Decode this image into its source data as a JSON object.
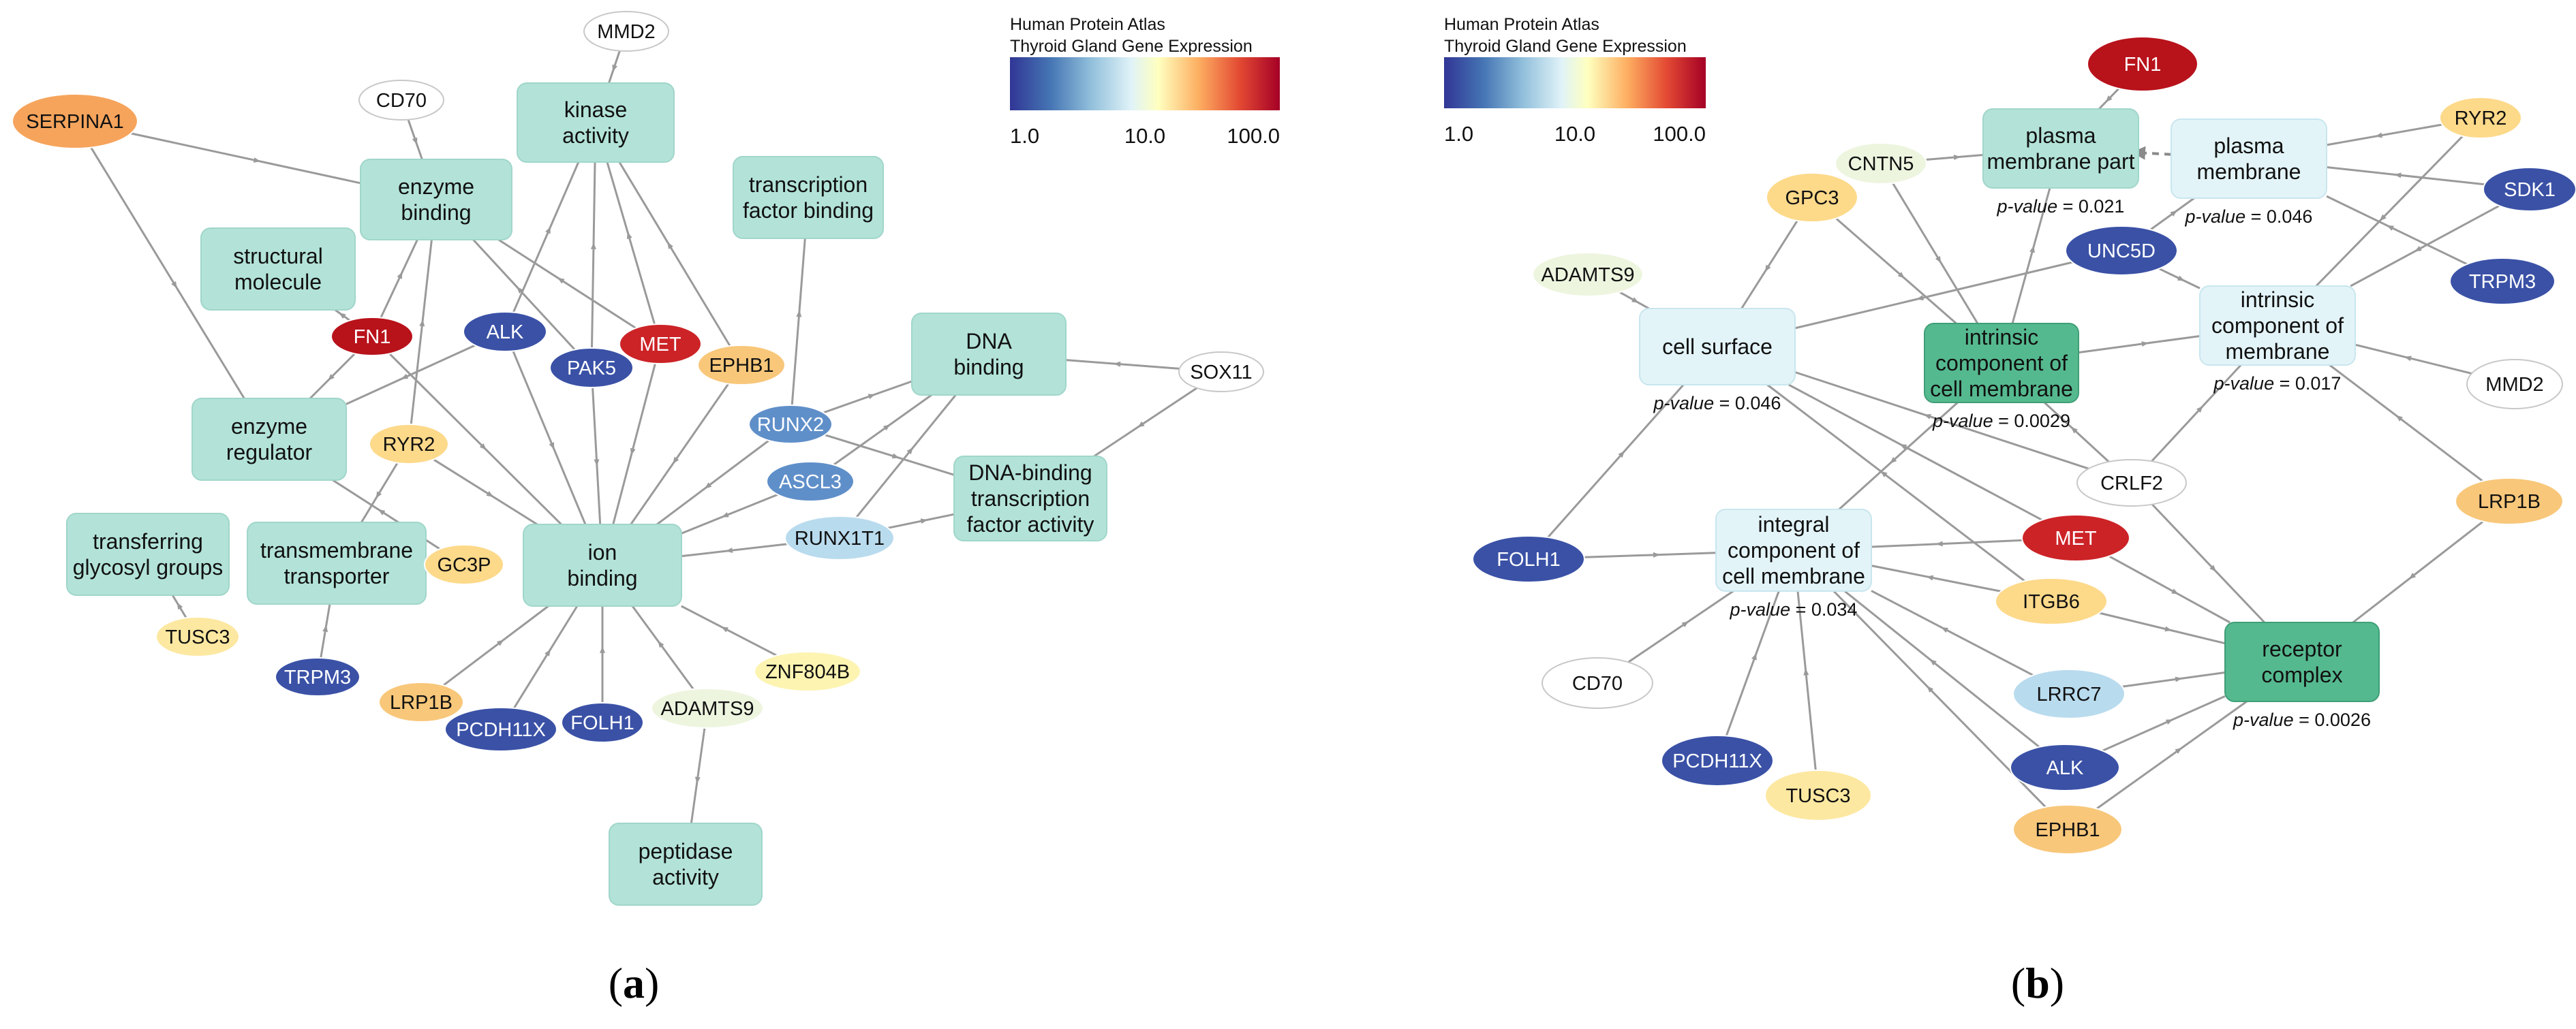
{
  "panels": [
    {
      "id": "a",
      "label": "a",
      "legend": {
        "title_line1": "Human Protein Atlas",
        "title_line2": "Thyroid Gland Gene Expression",
        "ticks": [
          "1.0",
          "10.0",
          "100.0"
        ]
      },
      "go_terms": [
        {
          "id": "a_kinase",
          "lines": [
            "kinase",
            "activity"
          ],
          "style": "light"
        },
        {
          "id": "a_enzbind",
          "lines": [
            "enzyme",
            "binding"
          ],
          "style": "light"
        },
        {
          "id": "a_struct",
          "lines": [
            "structural",
            "molecule"
          ],
          "style": "light"
        },
        {
          "id": "a_tfbind",
          "lines": [
            "transcription",
            "factor binding"
          ],
          "style": "light"
        },
        {
          "id": "a_dnabind",
          "lines": [
            "DNA",
            "binding"
          ],
          "style": "light"
        },
        {
          "id": "a_enzreg",
          "lines": [
            "enzyme",
            "regulator"
          ],
          "style": "light"
        },
        {
          "id": "a_dnatf",
          "lines": [
            "DNA-binding",
            "transcription",
            "factor activity"
          ],
          "style": "light"
        },
        {
          "id": "a_glyco",
          "lines": [
            "transferring",
            "glycosyl groups"
          ],
          "style": "light"
        },
        {
          "id": "a_transm",
          "lines": [
            "transmembrane",
            "transporter"
          ],
          "style": "light"
        },
        {
          "id": "a_ion",
          "lines": [
            "ion",
            "binding"
          ],
          "style": "light"
        },
        {
          "id": "a_pept",
          "lines": [
            "peptidase",
            "activity"
          ],
          "style": "light"
        }
      ],
      "genes": [
        {
          "id": "a_MMD2",
          "label": "MMD2",
          "color": "#ffffff"
        },
        {
          "id": "a_CD70",
          "label": "CD70",
          "color": "#ffffff"
        },
        {
          "id": "a_SERPINA1",
          "label": "SERPINA1",
          "color": "#f6a45c"
        },
        {
          "id": "a_FN1",
          "label": "FN1",
          "color": "#b8121b"
        },
        {
          "id": "a_ALK",
          "label": "ALK",
          "color": "#3a51a6"
        },
        {
          "id": "a_PAK5",
          "label": "PAK5",
          "color": "#3a51a6"
        },
        {
          "id": "a_MET",
          "label": "MET",
          "color": "#cc2327"
        },
        {
          "id": "a_EPHB1",
          "label": "EPHB1",
          "color": "#f8c77a"
        },
        {
          "id": "a_SOX11",
          "label": "SOX11",
          "color": "#ffffff"
        },
        {
          "id": "a_RUNX2",
          "label": "RUNX2",
          "color": "#5f8fc9"
        },
        {
          "id": "a_ASCL3",
          "label": "ASCL3",
          "color": "#5f8fc9"
        },
        {
          "id": "a_RUNX1T1",
          "label": "RUNX1T1",
          "color": "#b9dbee"
        },
        {
          "id": "a_RYR2",
          "label": "RYR2",
          "color": "#fdd98a"
        },
        {
          "id": "a_GC3P",
          "label": "GC3P",
          "color": "#fdd98a"
        },
        {
          "id": "a_TUSC3",
          "label": "TUSC3",
          "color": "#fde8a1"
        },
        {
          "id": "a_TRPM3",
          "label": "TRPM3",
          "color": "#3a51a6"
        },
        {
          "id": "a_LRP1B",
          "label": "LRP1B",
          "color": "#f8c77a"
        },
        {
          "id": "a_PCDH11X",
          "label": "PCDH11X",
          "color": "#3a51a6"
        },
        {
          "id": "a_FOLH1",
          "label": "FOLH1",
          "color": "#3a51a6"
        },
        {
          "id": "a_ADAMTS9",
          "label": "ADAMTS9",
          "color": "#edf5df"
        },
        {
          "id": "a_ZNF804B",
          "label": "ZNF804B",
          "color": "#fdf4b2"
        }
      ]
    },
    {
      "id": "b",
      "label": "b",
      "legend": {
        "title_line1": "Human Protein Atlas",
        "title_line2": "Thyroid Gland Gene Expression",
        "ticks": [
          "1.0",
          "10.0",
          "100.0"
        ]
      },
      "go_terms": [
        {
          "id": "b_pmpart",
          "lines": [
            "plasma",
            "membrane part"
          ],
          "style": "light",
          "pvalue": "0.021"
        },
        {
          "id": "b_pm",
          "lines": [
            "plasma",
            "membrane"
          ],
          "style": "pale",
          "pvalue": "0.046"
        },
        {
          "id": "b_cellsurf",
          "lines": [
            "cell surface"
          ],
          "style": "pale",
          "pvalue": "0.046"
        },
        {
          "id": "b_intrcm",
          "lines": [
            "intrinsic",
            "component of",
            "cell membrane"
          ],
          "style": "dark",
          "pvalue": "0.0029"
        },
        {
          "id": "b_intrm",
          "lines": [
            "intrinsic",
            "component of",
            "membrane"
          ],
          "style": "pale",
          "pvalue": "0.017"
        },
        {
          "id": "b_integ",
          "lines": [
            "integral",
            "component of",
            "cell membrane"
          ],
          "style": "pale",
          "pvalue": "0.034"
        },
        {
          "id": "b_receptor",
          "lines": [
            "receptor",
            "complex"
          ],
          "style": "dark",
          "pvalue": "0.0026"
        }
      ],
      "pvalue_prefix": "p-value",
      "genes": [
        {
          "id": "b_FN1",
          "label": "FN1",
          "color": "#b8121b"
        },
        {
          "id": "b_CNTN5",
          "label": "CNTN5",
          "color": "#edf5df"
        },
        {
          "id": "b_RYR2",
          "label": "RYR2",
          "color": "#fdd98a"
        },
        {
          "id": "b_GPC3",
          "label": "GPC3",
          "color": "#fdd98a"
        },
        {
          "id": "b_SDK1",
          "label": "SDK1",
          "color": "#3a51a6"
        },
        {
          "id": "b_UNC5D",
          "label": "UNC5D",
          "color": "#3a51a6"
        },
        {
          "id": "b_ADAMTS9",
          "label": "ADAMTS9",
          "color": "#edf5df"
        },
        {
          "id": "b_TRPM3",
          "label": "TRPM3",
          "color": "#3a51a6"
        },
        {
          "id": "b_MMD2",
          "label": "MMD2",
          "color": "#ffffff"
        },
        {
          "id": "b_CRLF2",
          "label": "CRLF2",
          "color": "#ffffff"
        },
        {
          "id": "b_LRP1B",
          "label": "LRP1B",
          "color": "#f8c77a"
        },
        {
          "id": "b_FOLH1",
          "label": "FOLH1",
          "color": "#3a51a6"
        },
        {
          "id": "b_MET",
          "label": "MET",
          "color": "#cc2327"
        },
        {
          "id": "b_ITGB6",
          "label": "ITGB6",
          "color": "#fdd98a"
        },
        {
          "id": "b_CD70",
          "label": "CD70",
          "color": "#ffffff"
        },
        {
          "id": "b_LRRC7",
          "label": "LRRC7",
          "color": "#b9dbee"
        },
        {
          "id": "b_PCDH11X",
          "label": "PCDH11X",
          "color": "#3a51a6"
        },
        {
          "id": "b_TUSC3",
          "label": "TUSC3",
          "color": "#fde8a1"
        },
        {
          "id": "b_ALK",
          "label": "ALK",
          "color": "#3a51a6"
        },
        {
          "id": "b_EPHB1",
          "label": "EPHB1",
          "color": "#f8c77a"
        }
      ]
    }
  ],
  "edges": [
    [
      "a_MMD2",
      "a_kinase"
    ],
    [
      "a_CD70",
      "a_enzbind"
    ],
    [
      "a_SERPINA1",
      "a_enzbind"
    ],
    [
      "a_SERPINA1",
      "a_enzreg"
    ],
    [
      "a_FN1",
      "a_enzbind"
    ],
    [
      "a_FN1",
      "a_struct"
    ],
    [
      "a_FN1",
      "a_enzreg"
    ],
    [
      "a_FN1",
      "a_ion"
    ],
    [
      "a_ALK",
      "a_kinase"
    ],
    [
      "a_ALK",
      "a_ion"
    ],
    [
      "a_ALK",
      "a_enzreg"
    ],
    [
      "a_PAK5",
      "a_kinase"
    ],
    [
      "a_PAK5",
      "a_enzbind"
    ],
    [
      "a_PAK5",
      "a_ion"
    ],
    [
      "a_MET",
      "a_kinase"
    ],
    [
      "a_MET",
      "a_enzbind"
    ],
    [
      "a_MET",
      "a_ion"
    ],
    [
      "a_EPHB1",
      "a_kinase"
    ],
    [
      "a_EPHB1",
      "a_ion"
    ],
    [
      "a_RUNX2",
      "a_tfbind"
    ],
    [
      "a_RUNX2",
      "a_dnabind"
    ],
    [
      "a_RUNX2",
      "a_dnatf"
    ],
    [
      "a_RUNX2",
      "a_ion"
    ],
    [
      "a_ASCL3",
      "a_dnabind"
    ],
    [
      "a_ASCL3",
      "a_ion"
    ],
    [
      "a_RUNX1T1",
      "a_dnatf"
    ],
    [
      "a_RUNX1T1",
      "a_dnabind"
    ],
    [
      "a_RUNX1T1",
      "a_ion"
    ],
    [
      "a_SOX11",
      "a_dnabind"
    ],
    [
      "a_SOX11",
      "a_dnatf"
    ],
    [
      "a_RYR2",
      "a_enzbind"
    ],
    [
      "a_RYR2",
      "a_ion"
    ],
    [
      "a_RYR2",
      "a_transm"
    ],
    [
      "a_GC3P",
      "a_enzreg"
    ],
    [
      "a_TUSC3",
      "a_glyco"
    ],
    [
      "a_TRPM3",
      "a_transm"
    ],
    [
      "a_LRP1B",
      "a_ion"
    ],
    [
      "a_PCDH11X",
      "a_ion"
    ],
    [
      "a_FOLH1",
      "a_ion"
    ],
    [
      "a_ADAMTS9",
      "a_ion"
    ],
    [
      "a_ADAMTS9",
      "a_pept"
    ],
    [
      "a_ZNF804B",
      "a_ion"
    ],
    [
      "b_FN1",
      "b_pmpart"
    ],
    [
      "b_CNTN5",
      "b_pmpart"
    ],
    [
      "b_CNTN5",
      "b_intrcm"
    ],
    [
      "b_GPC3",
      "b_intrcm"
    ],
    [
      "b_GPC3",
      "b_cellsurf"
    ],
    [
      "b_RYR2",
      "b_pm"
    ],
    [
      "b_RYR2",
      "b_intrm"
    ],
    [
      "b_SDK1",
      "b_pm"
    ],
    [
      "b_SDK1",
      "b_intrm"
    ],
    [
      "b_TRPM3",
      "b_pm"
    ],
    [
      "b_UNC5D",
      "b_pm"
    ],
    [
      "b_UNC5D",
      "b_intrm"
    ],
    [
      "b_UNC5D",
      "b_cellsurf"
    ],
    [
      "b_ADAMTS9",
      "b_cellsurf"
    ],
    [
      "b_MMD2",
      "b_intrm"
    ],
    [
      "b_intrcm",
      "b_pmpart"
    ],
    [
      "b_intrcm",
      "b_intrm"
    ],
    [
      "b_intrcm",
      "b_integ"
    ],
    [
      "b_CRLF2",
      "b_intrm"
    ],
    [
      "b_CRLF2",
      "b_cellsurf"
    ],
    [
      "b_CRLF2",
      "b_intrcm"
    ],
    [
      "b_CRLF2",
      "b_receptor"
    ],
    [
      "b_LRP1B",
      "b_receptor"
    ],
    [
      "b_LRP1B",
      "b_intrm"
    ],
    [
      "b_FOLH1",
      "b_cellsurf"
    ],
    [
      "b_FOLH1",
      "b_integ"
    ],
    [
      "b_MET",
      "b_integ"
    ],
    [
      "b_MET",
      "b_cellsurf"
    ],
    [
      "b_MET",
      "b_receptor"
    ],
    [
      "b_ITGB6",
      "b_cellsurf"
    ],
    [
      "b_ITGB6",
      "b_receptor"
    ],
    [
      "b_ITGB6",
      "b_integ"
    ],
    [
      "b_CD70",
      "b_integ"
    ],
    [
      "b_PCDH11X",
      "b_integ"
    ],
    [
      "b_TUSC3",
      "b_integ"
    ],
    [
      "b_LRRC7",
      "b_integ"
    ],
    [
      "b_LRRC7",
      "b_receptor"
    ],
    [
      "b_ALK",
      "b_integ"
    ],
    [
      "b_ALK",
      "b_receptor"
    ],
    [
      "b_EPHB1",
      "b_integ"
    ],
    [
      "b_EPHB1",
      "b_receptor"
    ]
  ],
  "dashed_edges": [
    [
      "b_pm",
      "b_pmpart"
    ]
  ]
}
